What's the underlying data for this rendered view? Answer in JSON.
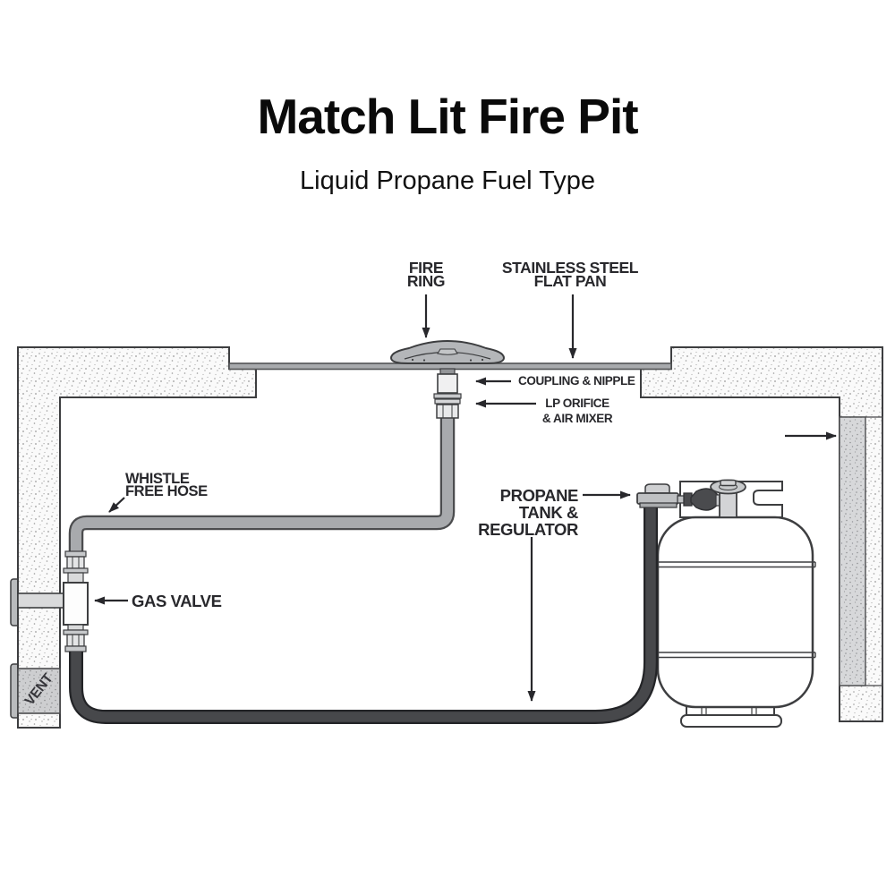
{
  "header": {
    "title": "Match Lit Fire Pit",
    "subtitle": "Liquid Propane Fuel Type"
  },
  "labels": {
    "fire_ring": "FIRE\nRING",
    "flat_pan": "STAINLESS STEEL\nFLAT PAN",
    "coupling_nipple": "COUPLING & NIPPLE",
    "lp_orifice": "LP ORIFICE\n& AIR MIXER",
    "whistle_hose": "WHISTLE\nFREE HOSE",
    "gas_valve": "GAS VALVE",
    "propane_tank": "PROPANE\nTANK &\nREGULATOR",
    "vent": "VENT"
  },
  "colors": {
    "label_text": "#28282c",
    "outline": "#3d3e40",
    "gray_hose": "#a8aaad",
    "black_hose": "#3c3d40",
    "pan": "#a8aaad",
    "wall_fill": "#fafafa",
    "vent_panel": "#cdced0",
    "side_panel": "#d7d8da"
  },
  "diagram": {
    "type": "installation-cross-section",
    "subject": "match lit fire pit, liquid propane plumbing"
  }
}
